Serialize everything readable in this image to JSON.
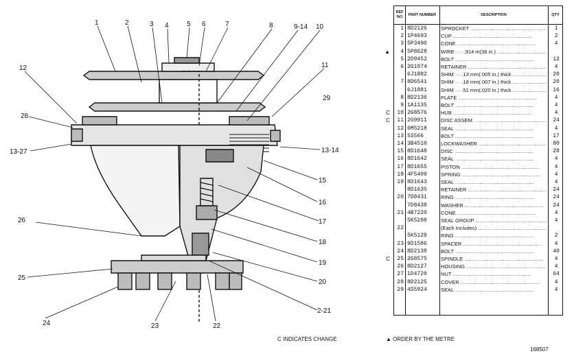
{
  "diagram": {
    "callouts": [
      "1",
      "2",
      "3",
      "4",
      "5",
      "6",
      "7",
      "8",
      "9-14",
      "10",
      "11",
      "12",
      "13-14",
      "13-27",
      "15",
      "16",
      "17",
      "18",
      "19",
      "20",
      "2-21",
      "22",
      "23",
      "24",
      "25",
      "26",
      "28",
      "29"
    ]
  },
  "parts_list": {
    "headers": {
      "ref": "REF NO",
      "part": "PART NUMBER",
      "desc": "DESCRIPTION",
      "qty": "QTY"
    },
    "rows": [
      {
        "mark": "",
        "ref": "1",
        "part": "8D2126",
        "desc": "SPROCKET",
        "qty": "1"
      },
      {
        "mark": "",
        "ref": "2",
        "part": "1P4693",
        "desc": "CUP",
        "qty": "2"
      },
      {
        "mark": "",
        "ref": "3",
        "part": "5P3490",
        "desc": "CONE",
        "qty": "4"
      },
      {
        "mark": "▲",
        "ref": "4",
        "part": "5P8628",
        "desc": "WIRE ···· .914 m(36 in.)",
        "qty": ""
      },
      {
        "mark": "",
        "ref": "5",
        "part": "2D9452",
        "desc": "BOLT",
        "qty": "12"
      },
      {
        "mark": "",
        "ref": "6",
        "part": "2G1074",
        "desc": "RETAINER",
        "qty": "4"
      },
      {
        "mark": "",
        "ref": "",
        "part": "6J1882",
        "desc": "SHIM ··· .13 mm(.005 in.) thick",
        "qty": "20"
      },
      {
        "mark": "",
        "ref": "7",
        "part": "8D6541",
        "desc": "SHIM ··· .18 mm(.007 in.) thick",
        "qty": "20"
      },
      {
        "mark": "",
        "ref": "",
        "part": "6J1881",
        "desc": "SHIM ··· .51 mm(.020 in.) thick",
        "qty": "16"
      },
      {
        "mark": "",
        "ref": "8",
        "part": "8D2136",
        "desc": "PLATE",
        "qty": "4"
      },
      {
        "mark": "",
        "ref": "9",
        "part": "1A1135",
        "desc": "BOLT",
        "qty": "4"
      },
      {
        "mark": "C",
        "ref": "10",
        "part": "2G8576",
        "desc": "HUB",
        "qty": "4"
      },
      {
        "mark": "C",
        "ref": "11",
        "part": "2G9911",
        "desc": "DISC ASSEM.",
        "qty": "24"
      },
      {
        "mark": "",
        "ref": "12",
        "part": "6M5218",
        "desc": "SEAL",
        "qty": "4"
      },
      {
        "mark": "",
        "ref": "13",
        "part": "5S566",
        "desc": "BOLT",
        "qty": "17"
      },
      {
        "mark": "",
        "ref": "14",
        "part": "3B4510",
        "desc": "LOCKWASHER",
        "qty": "80"
      },
      {
        "mark": "",
        "ref": "15",
        "part": "8D1648",
        "desc": "DISC",
        "qty": "28"
      },
      {
        "mark": "",
        "ref": "16",
        "part": "8D1642",
        "desc": "SEAL",
        "qty": "4"
      },
      {
        "mark": "",
        "ref": "17",
        "part": "8D1655",
        "desc": "PISTON",
        "qty": "4"
      },
      {
        "mark": "",
        "ref": "18",
        "part": "4F5409",
        "desc": "SPRING",
        "qty": "4"
      },
      {
        "mark": "",
        "ref": "19",
        "part": "8D1643",
        "desc": "SEAL",
        "qty": "4"
      },
      {
        "mark": "",
        "ref": "",
        "part": "8D1635",
        "desc": "RETAINER",
        "qty": "24"
      },
      {
        "mark": "",
        "ref": "20",
        "part": "7D8431",
        "desc": "RING",
        "qty": "24"
      },
      {
        "mark": "",
        "ref": "",
        "part": "7D8438",
        "desc": "WASHER",
        "qty": "24"
      },
      {
        "mark": "",
        "ref": "21",
        "part": "4B7220",
        "desc": "CONE",
        "qty": "4"
      },
      {
        "mark": "",
        "ref": "",
        "part": "5K5288",
        "desc": "SEAL GROUP",
        "qty": "4"
      },
      {
        "mark": "",
        "ref": "22",
        "part": "",
        "desc": "(Each Includes)",
        "qty": ""
      },
      {
        "mark": "",
        "ref": "",
        "part": "5K5129",
        "desc": "RING",
        "qty": "2"
      },
      {
        "mark": "",
        "ref": "23",
        "part": "9D1586",
        "desc": "SPACER",
        "qty": "4"
      },
      {
        "mark": "",
        "ref": "24",
        "part": "8D2138",
        "desc": "BOLT",
        "qty": "40"
      },
      {
        "mark": "C",
        "ref": "25",
        "part": "2G8575",
        "desc": "SPINDLE",
        "qty": "4"
      },
      {
        "mark": "",
        "ref": "26",
        "part": "8D2127",
        "desc": "HOUSING",
        "qty": "4"
      },
      {
        "mark": "",
        "ref": "27",
        "part": "1D4720",
        "desc": "NUT",
        "qty": "64"
      },
      {
        "mark": "",
        "ref": "28",
        "part": "8D2125",
        "desc": "COVER",
        "qty": "4"
      },
      {
        "mark": "",
        "ref": "29",
        "part": "4S5924",
        "desc": "SEAL",
        "qty": "4"
      }
    ]
  },
  "footer": {
    "change_note": "C INDICATES CHANGE",
    "metre_note": "▲ ORDER BY THE METRE",
    "drawing_number": "168507"
  }
}
